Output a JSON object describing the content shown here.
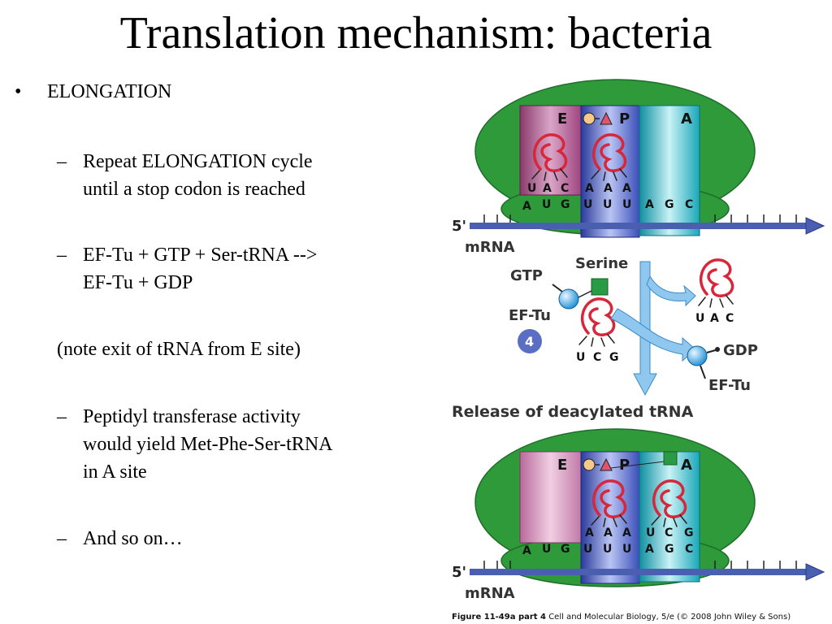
{
  "slide": {
    "title": "Translation mechanism: bacteria",
    "bullet_symbol": "•",
    "dash_symbol": "–",
    "main_bullet": "ELONGATION",
    "items": [
      {
        "lines": [
          "Repeat ELONGATION cycle",
          "until a stop codon is reached"
        ]
      },
      {
        "lines": [
          "EF-Tu + GTP + Ser-tRNA -->",
          "EF-Tu + GDP"
        ]
      },
      {
        "lines": [
          "Peptidyl transferase activity",
          "would yield Met-Phe-Ser-tRNA",
          "in A site"
        ]
      },
      {
        "lines": [
          "And so on…"
        ]
      }
    ],
    "note": "(note exit of tRNA from E site)"
  },
  "figure": {
    "site_e": "E",
    "site_p": "P",
    "site_a": "A",
    "top_anticodon_e": [
      "U",
      "A",
      "C"
    ],
    "top_anticodon_p": [
      "A",
      "A",
      "A"
    ],
    "top_codons": [
      "A",
      "U",
      "G",
      "U",
      "U",
      "U",
      "A",
      "G",
      "C"
    ],
    "five_prime": "5'",
    "mrna": "mRNA",
    "serine": "Serine",
    "gtp": "GTP",
    "eftu": "EF-Tu",
    "step": "4",
    "incoming_anticodon": [
      "U",
      "C",
      "G"
    ],
    "released_anticodon": [
      "U",
      "A",
      "C"
    ],
    "gdp": "GDP",
    "eftu_out": "EF-Tu",
    "release_label": "Release of deacylated tRNA",
    "bot_anticodon_p": [
      "A",
      "A",
      "A"
    ],
    "bot_anticodon_a": [
      "U",
      "C",
      "G"
    ],
    "bot_codons": [
      "A",
      "U",
      "G",
      "U",
      "U",
      "U",
      "A",
      "G",
      "C"
    ],
    "caption_bold": "Figure 11-49a part 4",
    "caption_rest": "  Cell and Molecular Biology, 5/e (© 2008 John Wiley & Sons)"
  },
  "colors": {
    "ribosome_green": "#2e9a3a",
    "e_site": "#a0457f",
    "p_site": "#3b4fb8",
    "a_site": "#1aa7b8",
    "trna_red": "#d8263a",
    "mrna_blue": "#4a5fb0",
    "eftu_blue": "#1f8fd6",
    "serine_green": "#2a9b45",
    "arrow_blue": "#8fc7ee",
    "step_circle": "#5a6fc4"
  }
}
